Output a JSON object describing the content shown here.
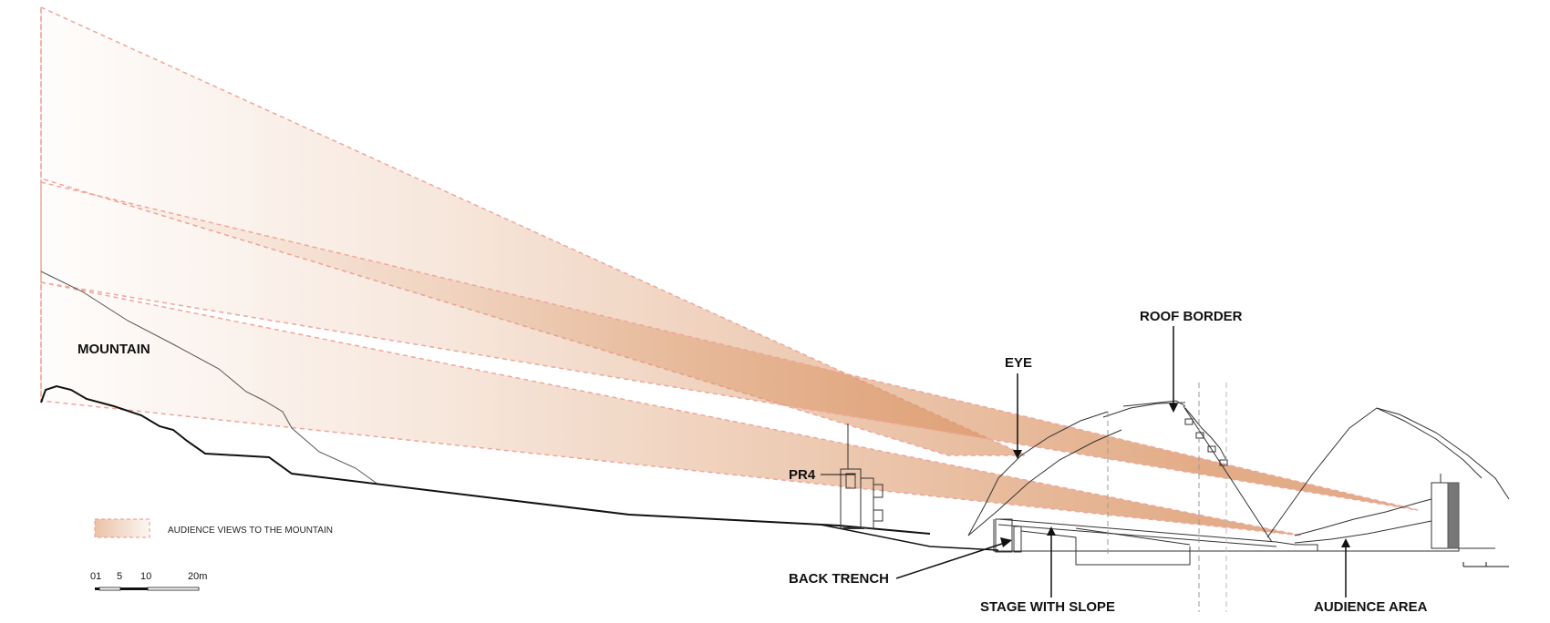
{
  "labels": {
    "mountain": "MOUNTAIN",
    "eye": "EYE",
    "roof_border": "ROOF BORDER",
    "pr4": "PR4",
    "back_trench": "BACK TRENCH",
    "stage_with_slope": "STAGE WITH SLOPE",
    "audience_area": "AUDIENCE AREA"
  },
  "legend": {
    "label": "AUDIENCE VIEWS TO THE MOUNTAIN"
  },
  "scale_bar": {
    "ticks": [
      "01",
      "5",
      "10",
      "20m"
    ]
  },
  "colors": {
    "view_cone": "#d9905e",
    "dashed_outline": "#f0a59a",
    "ground_line": "#111111",
    "building_line": "#333333"
  }
}
